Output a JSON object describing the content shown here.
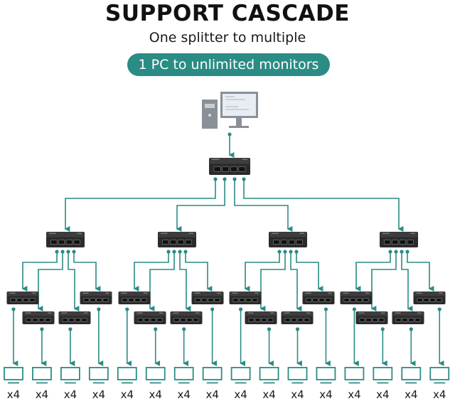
{
  "header": {
    "title": "SUPPORT CASCADE",
    "subtitle": "One splitter to multiple",
    "badge": "1 PC to unlimited monitors"
  },
  "colors": {
    "accent": "#2a8c84",
    "splitter_body": "#2b2b2b",
    "text": "#111111"
  },
  "diagram": {
    "source": "pc-with-monitor",
    "levels": [
      {
        "name": "top-splitter",
        "count": 1,
        "outputs": 4
      },
      {
        "name": "second-level-splitters",
        "count": 4,
        "outputs": 4
      },
      {
        "name": "third-level-splitters",
        "count": 16,
        "outputs": 4
      }
    ],
    "monitor_label": "x4",
    "monitor_groups": [
      "x4",
      "x4",
      "x4",
      "x4",
      "x4",
      "x4",
      "x4",
      "x4",
      "x4",
      "x4",
      "x4",
      "x4",
      "x4",
      "x4",
      "x4",
      "x4"
    ]
  }
}
